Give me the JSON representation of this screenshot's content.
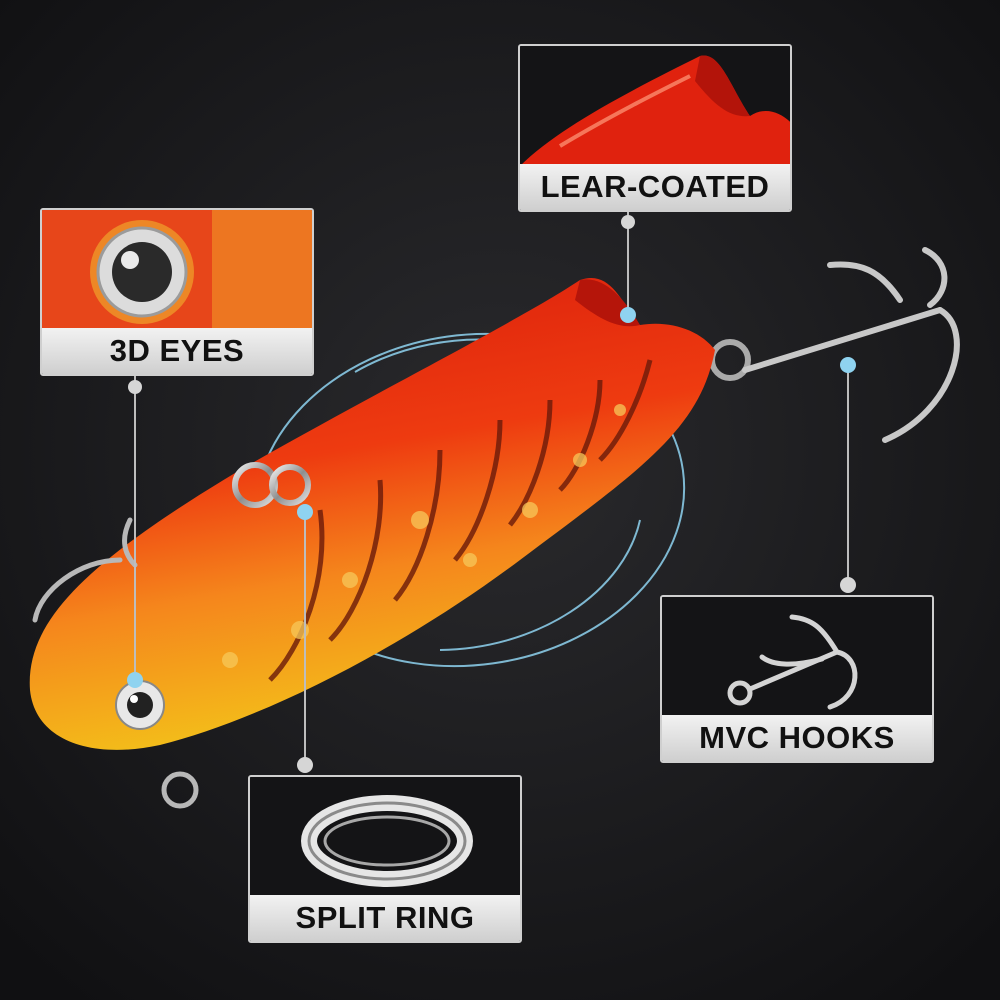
{
  "callouts": {
    "eyes": {
      "label": "3D EYES",
      "icon": "eye-closeup"
    },
    "coating": {
      "label": "LEAR-COATED",
      "icon": "coated-fin-closeup"
    },
    "hooks": {
      "label": "MVC HOOKS",
      "icon": "treble-hook"
    },
    "ring": {
      "label": "SPLIT RING",
      "icon": "split-ring"
    }
  },
  "colors": {
    "background": "#1b1b1d",
    "lure_red": "#e0230f",
    "lure_orange": "#f5841c",
    "lure_yellow": "#f2c21a",
    "accent_dot": "#8fd3f0",
    "connector": "#bdbdbd"
  }
}
